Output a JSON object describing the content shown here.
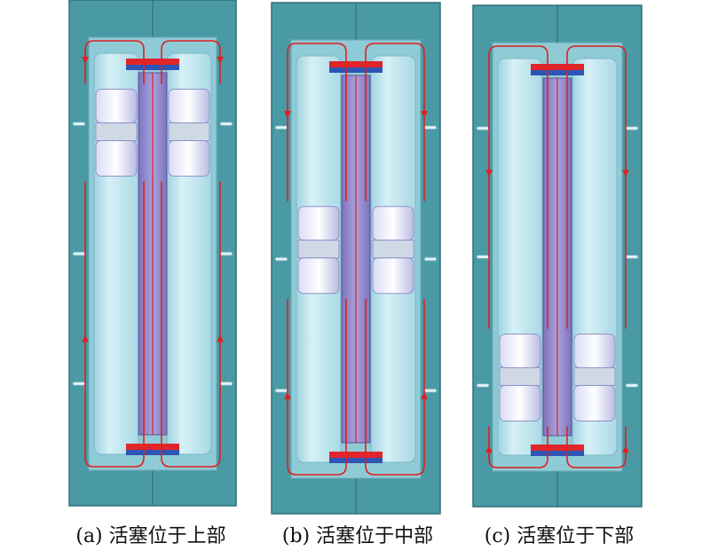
{
  "captions": {
    "a": "(a) 活塞位于上部",
    "b": "(b) 活塞位于中部",
    "c": "(c) 活塞位于下部"
  },
  "piston_positions": [
    "top",
    "middle",
    "bottom"
  ],
  "colors": {
    "housing": "#4a9aa6",
    "housing_edge": "#2f6f78",
    "bore": "#bfe6ee",
    "rod": "#8f86c9",
    "flow_line": "#e02020",
    "plate_red": "#e0262a",
    "plate_blue": "#2e55b5"
  }
}
